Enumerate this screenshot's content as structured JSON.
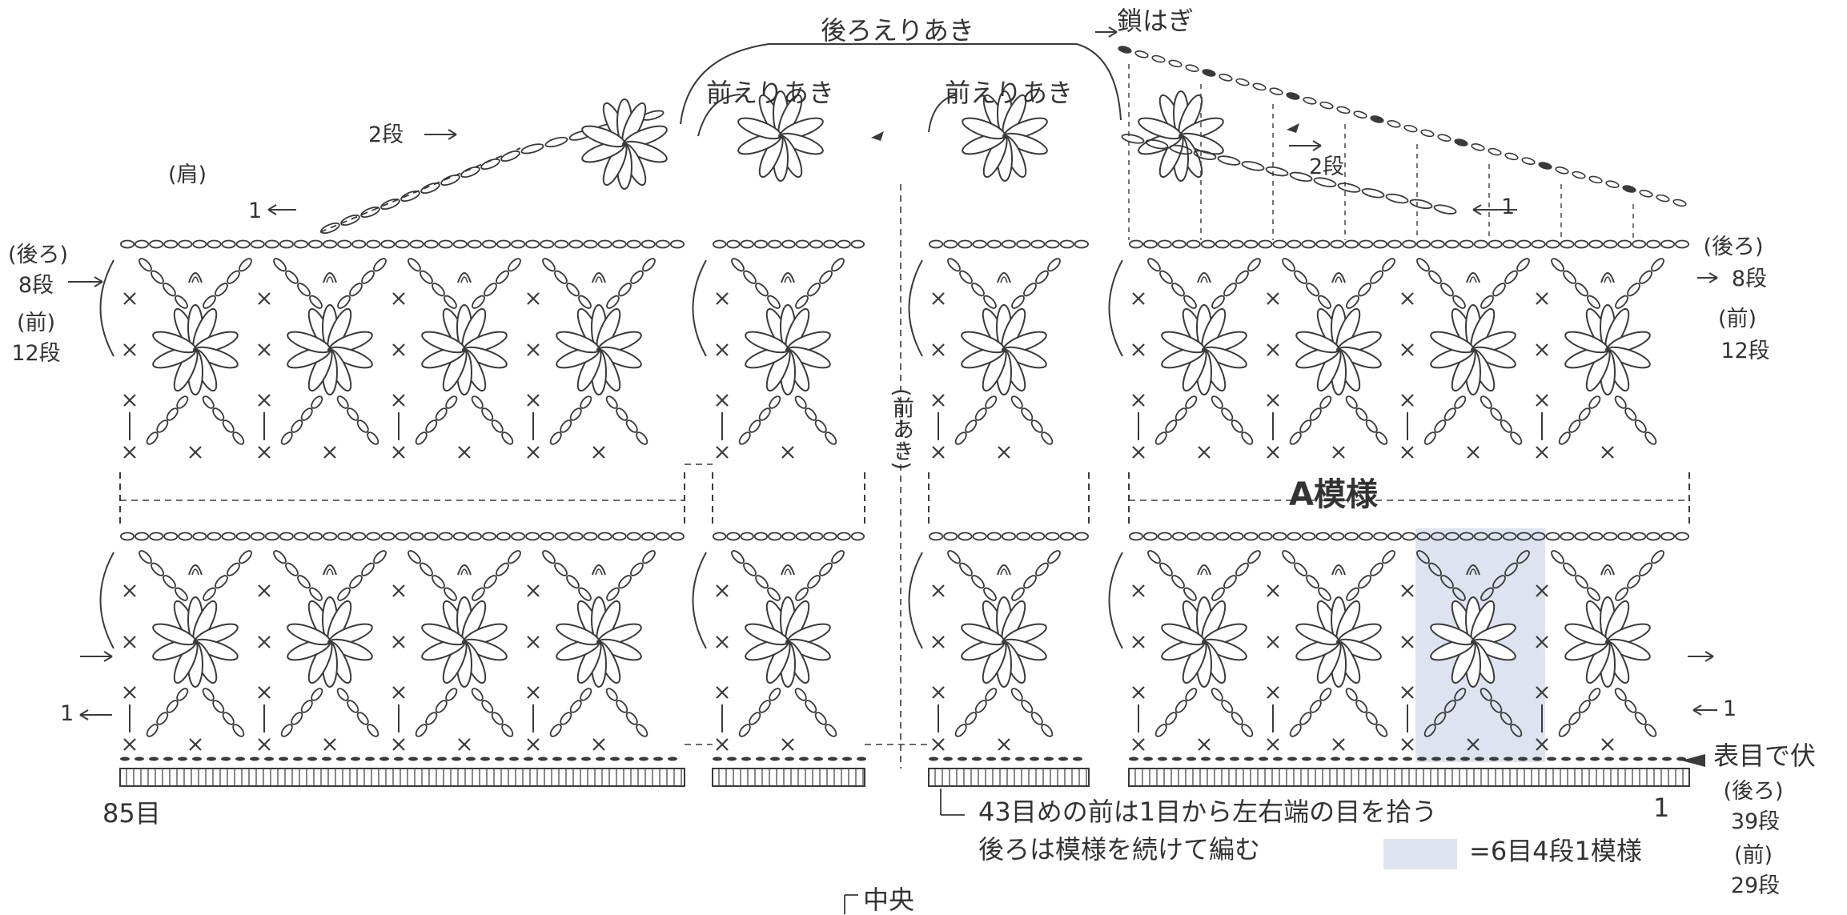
{
  "title": "後ろ、前ヨークの編み方図",
  "labels": {
    "back_neck_opening": "後ろえりあき",
    "front_neck_opening_left": "前えりあき",
    "front_neck_opening_right": "前えりあき",
    "chain_join": "鎖はぎ",
    "front_opening": "(前あき)",
    "shoulder": "(肩)",
    "row2_left": "2段",
    "row2_right": "2段",
    "row1_left_top": "1",
    "row1_right_top": "1",
    "row1_left_bottom": "1",
    "row1_right_bottom": "1",
    "left_back": "(後ろ)",
    "left_back_rows": "8段",
    "left_front": "(前)",
    "left_front_rows": "12段",
    "right_back": "(後ろ)",
    "right_back_rows": "8段",
    "right_front": "(前)",
    "right_front_rows": "12段",
    "pattern_name": "A模様",
    "bind_off": "表目で伏",
    "stitch_count_left": "85目",
    "stitch_count_right": "1",
    "bottom_back": "(後ろ)",
    "bottom_back_rows": "39段",
    "bottom_front": "(前)",
    "bottom_front_rows": "29段",
    "note_line1": "43目めの前は1目から左右端の目を拾う",
    "note_line2": "後ろは模様を続けて編む",
    "legend_text": "=6目4段1模様",
    "center_label": "中央"
  },
  "colors": {
    "line": "#3a3a3a",
    "text": "#333333",
    "pattern_highlight": "#dfe3ef",
    "dashed": "#555555"
  }
}
